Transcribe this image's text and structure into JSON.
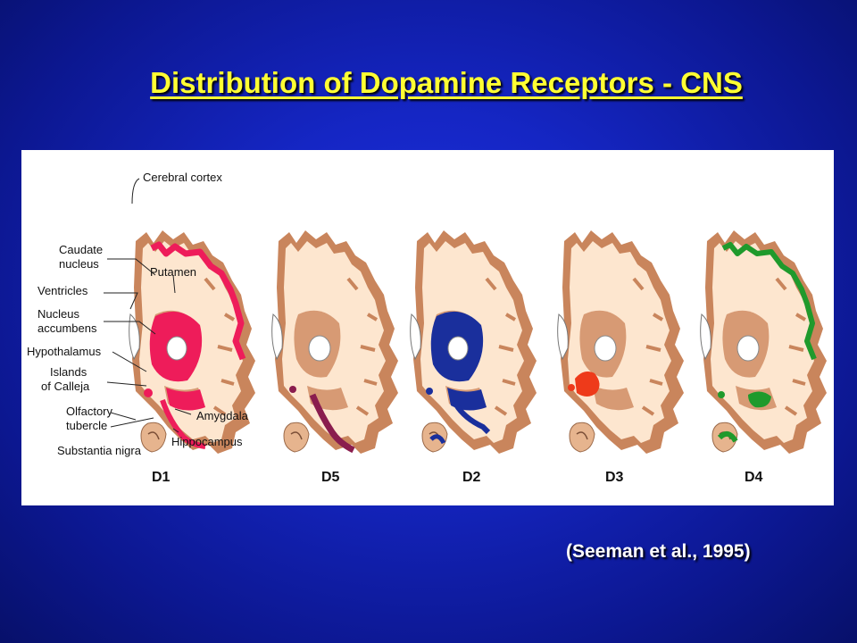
{
  "slide": {
    "title": "Distribution of Dopamine Receptors - CNS",
    "citation": "(Seeman et al., 1995)"
  },
  "figure": {
    "labels": {
      "cerebral_cortex": "Cerebral cortex",
      "caudate_1": "Caudate",
      "caudate_2": "nucleus",
      "putamen": "Putamen",
      "ventricles": "Ventricles",
      "nucleus_1": "Nucleus",
      "nucleus_2": "accumbens",
      "hypothalamus": "Hypothalamus",
      "islands_1": "Islands",
      "islands_2": "of Calleja",
      "olfactory_1": "Olfactory",
      "olfactory_2": "tubercle",
      "substantia_nigra": "Substantia nigra",
      "amygdala": "Amygdala",
      "hippocampus": "Hippocampus"
    },
    "sections": [
      {
        "label": "D1",
        "color": "#ee1c5a"
      },
      {
        "label": "D5",
        "color": "#8a1d4e"
      },
      {
        "label": "D2",
        "color": "#1a2f9c"
      },
      {
        "label": "D3",
        "color": "#ee3a1a"
      },
      {
        "label": "D4",
        "color": "#1f9a2c"
      }
    ],
    "colors": {
      "tissue_outer": "#c9855c",
      "tissue_inner": "#fde6cf",
      "deep_nuclei": "#d79a74",
      "background": "#ffffff"
    }
  }
}
